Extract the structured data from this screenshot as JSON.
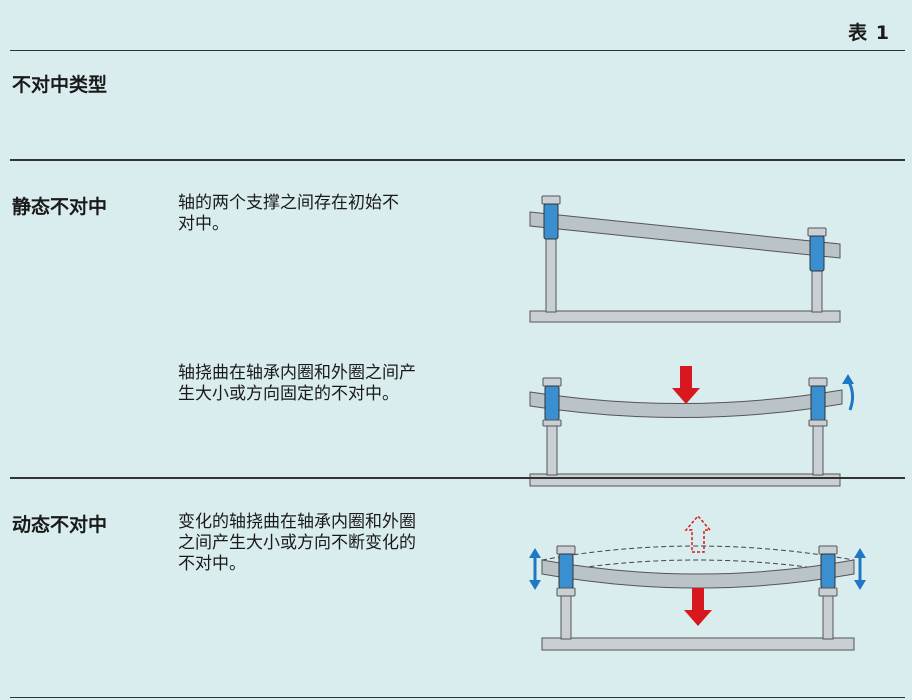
{
  "table_label": "表 1",
  "column_header": "不对中类型",
  "sections": [
    {
      "category": "静态不对中",
      "rows": [
        {
          "description": "轴的两个支撑之间存在初始不对中。",
          "line1": "轴的两个支撑之间存在初始不",
          "line2": "对中。"
        },
        {
          "description": "轴挠曲在轴承内圈和外圈之间产生大小或方向固定的不对中。",
          "line1": "轴挠曲在轴承内圈和外圈之间产",
          "line2": "生大小或方向固定的不对中。"
        }
      ]
    },
    {
      "category": "动态不对中",
      "rows": [
        {
          "description": "变化的轴挠曲在轴承内圈和外圈之间产生大小或方向不断变化的不对中。",
          "line1": "变化的轴挠曲在轴承内圈和外圈",
          "line2": "之间产生大小或方向不断变化的",
          "line3": "不对中。"
        }
      ]
    }
  ],
  "colors": {
    "background": "#d9ecee",
    "shaft": "#b9c3c8",
    "bearing_blue": "#3a8fd0",
    "support_gray": "#c9cfd2",
    "force_red": "#d7191f",
    "motion_blue": "#1f78c4"
  }
}
